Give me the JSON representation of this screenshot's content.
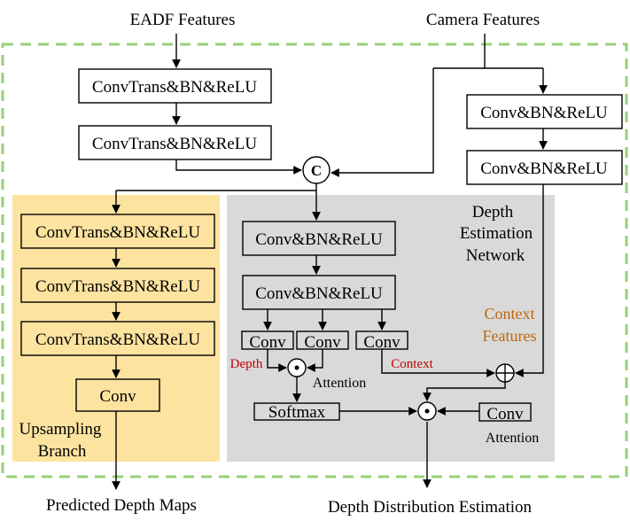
{
  "inputs": {
    "eadf": "EADF Features",
    "camera": "Camera Features"
  },
  "main": {
    "convtrans_1": "ConvTrans&BN&ReLU",
    "convtrans_2": "ConvTrans&BN&ReLU",
    "concat_symbol": "C"
  },
  "camera_branch": {
    "conv_1": "Conv&BN&ReLU",
    "conv_2": "Conv&BN&ReLU"
  },
  "upsampling": {
    "convtrans_1": "ConvTrans&BN&ReLU",
    "convtrans_2": "ConvTrans&BN&ReLU",
    "convtrans_3": "ConvTrans&BN&ReLU",
    "conv": "Conv",
    "title_line1": "Upsampling",
    "title_line2": "Branch"
  },
  "depth_net": {
    "title_line1": "Depth",
    "title_line2": "Estimation",
    "title_line3": "Network",
    "conv_bn_relu_1": "Conv&BN&ReLU",
    "conv_bn_relu_2": "Conv&BN&ReLU",
    "conv_a": "Conv",
    "conv_b": "Conv",
    "conv_c": "Conv",
    "depth_label": "Depth",
    "context_label": "Context",
    "attention_1": "Attention",
    "softmax": "Softmax",
    "dot_symbol": "⊙",
    "plus_symbol": "⊕",
    "context_features_line1": "Context",
    "context_features_line2": "Features",
    "conv_attention": "Conv",
    "attention_2": "Attention"
  },
  "outputs": {
    "depth_maps": "Predicted Depth Maps",
    "depth_distribution": "Depth Distribution Estimation"
  },
  "colors": {
    "outer_dashed": "#97d077",
    "upsampling_bg": "#fde3a0",
    "depth_net_bg": "#d9d9d9",
    "red_label": "#c00000",
    "orange_label": "#c0650a"
  }
}
